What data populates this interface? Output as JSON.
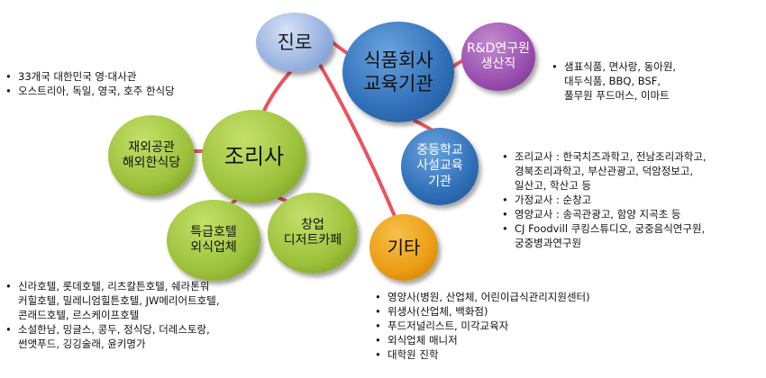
{
  "nodes": {
    "root": "진로",
    "food_company": "식품회사\n교육기관",
    "rnd": "R&D연구원\n생산직",
    "school": "중등학교\n사설교육\n기관",
    "chef": "조리사",
    "embassy": "재외공관\n해외한식당",
    "hotel": "특급호텔\n외식업체",
    "startup": "창업\n디저트카페",
    "other": "기타"
  },
  "lists": {
    "embassy": [
      "33개국 대한민국 영·대사관",
      "오스트리아, 독일, 영국, 호주 한식당"
    ],
    "rnd": [
      "샘표식품, 면사랑, 동아원,\n대두식품, BBQ, BSF,\n풀무원 푸드머스, 이마트"
    ],
    "school": [
      "조리교사 : 한국치즈과학고, 전남조리과학고,\n경북조리과학고, 부산관광고, 덕암정보고,\n일산고, 학산고 등",
      "가정교사 : 순창고",
      "영양교사 : 송곡관광고, 함양 지곡초 등",
      "CJ Foodvill 쿠킹스튜디오, 궁중음식연구원,\n궁중병과연구원"
    ],
    "hotel": [
      "신라호텔, 롯데호텔, 리츠칼튼호텔, 쉐라톤워\n커힐호텔, 밀레니엄힐튼호텔, JW메리어트호텔,\n콘래드호텔, 르스케이프호텔",
      "소설한남, 밍글스, 콩두, 정식당, 더레스토랑,\n썬앳푸드, 깅깅술래, 윤키명가"
    ],
    "other": [
      "영양사(병원, 산업체, 어린이급식관리지원센터)",
      "위생사(산업체, 백화점)",
      "푸드저널리스트, 미각교육자",
      "외식업체 매니저",
      "대학원 진학"
    ]
  },
  "colors": {
    "link": "#e8545e",
    "root": "#9db6e2",
    "food": "#2f6fb8",
    "rnd": "#9a4fb0",
    "green": "#9cc13b",
    "orange": "#eb9c14"
  }
}
